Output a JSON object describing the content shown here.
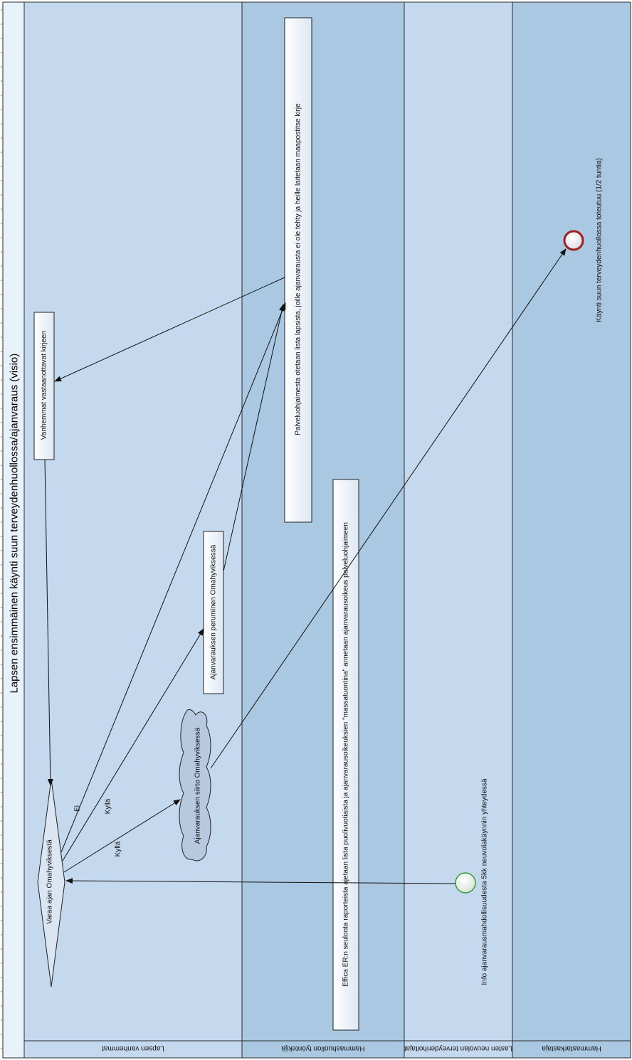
{
  "title": "Lapsen ensimmäinen käynti suun terveydenhuollossa/ajanvaraus (visio)",
  "lanes": [
    {
      "label": "Lapsen vanhemmat",
      "color": "#c5d9ee"
    },
    {
      "label": "Hammashuollon työntekijä",
      "color": "#aac8e2"
    },
    {
      "label": "Lasten neuvolan terveydenhoitajat",
      "color": "#c5d9ee"
    },
    {
      "label": "Hammastarkastaja",
      "color": "#aac8e2"
    }
  ],
  "nodes": {
    "start_event": "Info ajanvarausmahdollisuudesta 5kk neuvolakäynnin yhteydessä",
    "gateway": "Varaa ajan Omahyviksestä",
    "cloud_task": "Ajanvarauksen siirto Omahyviksessä",
    "cancel_task": "Ajanvarauksen peruminen Omahyviksessä",
    "effica_task": "Effica ER:n seulonta raporteista ajetaan lista puolivuotiaista ja ajanvarausoikeuksien  \"massatuontina\" annetaan ajanvarausoikeus palveluohjaimeen",
    "list_task": "Palveluohjaimesta otetaan lista lapsista, joille ajanvarausta ei ole tehty ja heille laitetaan maapostitse kirje",
    "letter_task": "Vanhemmat vastaanottavat  kirjeen",
    "end_event": "Käynti suun terveydenhuollossa toteutuu (1/2 tuntia)"
  },
  "edge_labels": {
    "ei": "Ei",
    "kylla_1": "Kyllä",
    "kylla_2": "Kyllä"
  }
}
